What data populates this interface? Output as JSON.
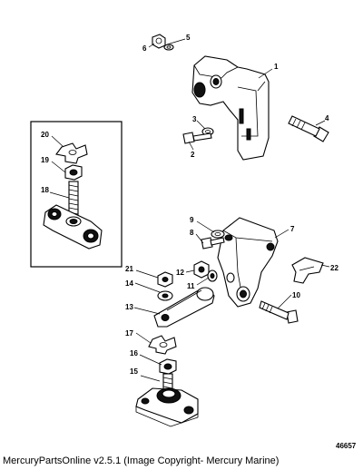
{
  "diagram": {
    "figure_number": "46657",
    "callouts": [
      "1",
      "2",
      "3",
      "4",
      "5",
      "6",
      "7",
      "8",
      "9",
      "10",
      "11",
      "12",
      "13",
      "14",
      "15",
      "16",
      "17",
      "18",
      "19",
      "20",
      "21",
      "22"
    ]
  },
  "footer": {
    "text": "MercuryPartsOnline v2.5.1 (Image Copyright- Mercury Marine)"
  }
}
